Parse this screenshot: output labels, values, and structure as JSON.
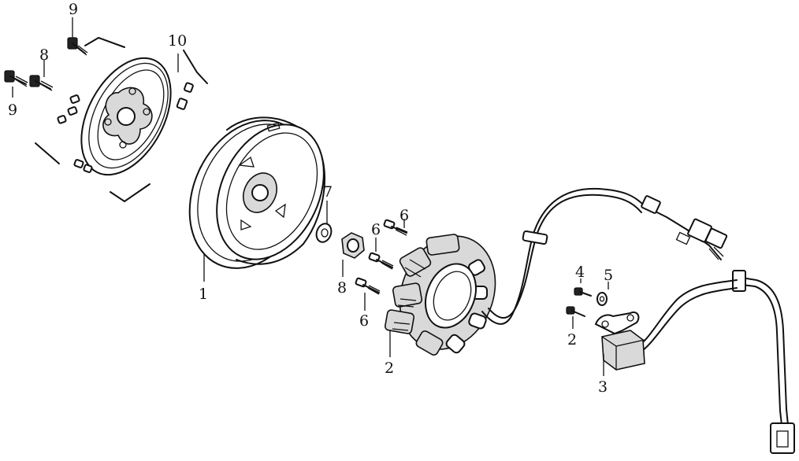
{
  "diagram": {
    "callouts": [
      {
        "id": "c1",
        "text": "1"
      },
      {
        "id": "c2",
        "text": "2"
      },
      {
        "id": "c3",
        "text": "3"
      },
      {
        "id": "c4",
        "text": "4"
      },
      {
        "id": "c5",
        "text": "5"
      },
      {
        "id": "c6a",
        "text": "6"
      },
      {
        "id": "c6b",
        "text": "6"
      },
      {
        "id": "c6c",
        "text": "6"
      },
      {
        "id": "c7",
        "text": "7"
      },
      {
        "id": "c8",
        "text": "8"
      },
      {
        "id": "c8b",
        "text": "8"
      },
      {
        "id": "c9a",
        "text": "9"
      },
      {
        "id": "c9b",
        "text": "9"
      },
      {
        "id": "c10",
        "text": "10"
      }
    ]
  }
}
